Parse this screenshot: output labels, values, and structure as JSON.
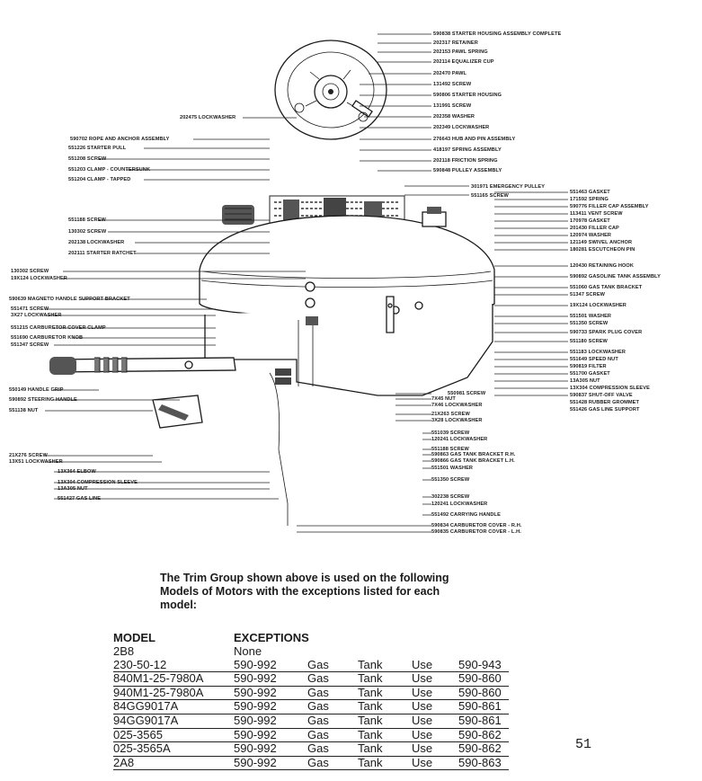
{
  "diagram": {
    "labels_top_right": [
      "590838 STARTER HOUSING ASSEMBLY COMPLETE",
      "202317 RETAINER",
      "202153 PAWL SPRING",
      "202114 EQUALIZER CUP",
      "202470 PAWL",
      "131492 SCREW",
      "590806 STARTER HOUSING",
      "131991 SCREW",
      "202358 WASHER",
      "202349 LOCKWASHER",
      "276643 HUB AND PIN ASSEMBLY",
      "418197 SPRING ASSEMBLY",
      "202118 FRICTION SPRING",
      "590848 PULLEY ASSEMBLY",
      "301971 EMERGENCY PULLEY",
      "551165 SCREW"
    ],
    "labels_right": [
      "551463 GASKET",
      "171592 SPRING",
      "590776 FILLER CAP ASSEMBLY",
      "113411 VENT SCREW",
      "170978 GASKET",
      "201430 FILLER CAP",
      "120974 WASHER",
      "121149 SWIVEL ANCHOR",
      "180281 ESCUTCHEON PIN",
      "120430 RETAINING HOOK",
      "590892 GASOLINE TANK ASSEMBLY",
      "551060 GAS TANK BRACKET",
      "51347 SCREW",
      "19X124 LOCKWASHER",
      "551501 WASHER",
      "551350 SCREW",
      "590733 SPARK PLUG COVER",
      "551180 SCREW",
      "551183 LOCKWASHER",
      "551649 SPEED NUT",
      "590819 FILTER",
      "551700 GASKET",
      "13A305 NUT",
      "13X304 COMPRESSION SLEEVE",
      "590837 SHUT-OFF VALVE",
      "551428 RUBBER GROMMET",
      "551426 GAS LINE SUPPORT"
    ],
    "labels_left": [
      "202475 LOCKWASHER",
      "590702 ROPE AND ANCHOR ASSEMBLY",
      "551226 STARTER PULL",
      "551208 SCREW",
      "551203 CLAMP - COUNTERSUNK",
      "551204 CLAMP - TAPPED",
      "551188 SCREW",
      "130302 SCREW",
      "202138 LOCKWASHER",
      "202111 STARTER RATCHET",
      "130302 SCREW",
      "19X124 LOCKWASHER",
      "590639 MAGNETO HANDLE SUPPORT BRACKET",
      "551471 SCREW",
      "3X27 LOCKWASHER",
      "551215 CARBURETOR COVER CLAMP",
      "551690 CARBURETOR KNOB",
      "551347 SCREW",
      "550149 HANDLE GRIP",
      "590892 STEERING HANDLE",
      "551138 NUT",
      "21X276 SCREW",
      "13X51 LOCKWASHER",
      "13X364 ELBOW",
      "13X304 COMPRESSION SLEEVE",
      "13A305 NUT",
      "551427 GAS LINE"
    ],
    "labels_bottom_center": [
      "550981 SCREW",
      "7X45 NUT",
      "7X46 LOCKWASHER",
      "21X263 SCREW",
      "3X28 LOCKWASHER",
      "551039 SCREW",
      "120241 LOCKWASHER",
      "551188 SCREW",
      "590863 GAS TANK BRACKET R.H.",
      "590866 GAS TANK BRACKET L.H.",
      "551501 WASHER",
      "551350 SCREW",
      "302238 SCREW",
      "120241 LOCKWASHER",
      "551492 CARRYING HANDLE",
      "590834 CARBURETOR COVER - R.H.",
      "590835 CARBURETOR COVER - L.H."
    ]
  },
  "intro_text": "The Trim Group shown above is used on the following Models of Motors with the exceptions listed for each model:",
  "table": {
    "header_model": "MODEL",
    "header_exceptions": "EXCEPTIONS",
    "rows": [
      {
        "model": "2B8",
        "part": "None",
        "w1": "",
        "w2": "",
        "w3": "",
        "repl": ""
      },
      {
        "model": "230-50-12",
        "part": "590-992",
        "w1": "Gas",
        "w2": "Tank",
        "w3": "Use",
        "repl": "590-943"
      },
      {
        "model": "840M1-25-7980A",
        "part": "590-992",
        "w1": "Gas",
        "w2": "Tank",
        "w3": "Use",
        "repl": "590-860"
      },
      {
        "model": "940M1-25-7980A",
        "part": "590-992",
        "w1": "Gas",
        "w2": "Tank",
        "w3": "Use",
        "repl": "590-860"
      },
      {
        "model": "84GG9017A",
        "part": "590-992",
        "w1": "Gas",
        "w2": "Tank",
        "w3": "Use",
        "repl": "590-861"
      },
      {
        "model": "94GG9017A",
        "part": "590-992",
        "w1": "Gas",
        "w2": "Tank",
        "w3": "Use",
        "repl": "590-861"
      },
      {
        "model": "025-3565",
        "part": "590-992",
        "w1": "Gas",
        "w2": "Tank",
        "w3": "Use",
        "repl": "590-862"
      },
      {
        "model": "025-3565A",
        "part": "590-992",
        "w1": "Gas",
        "w2": "Tank",
        "w3": "Use",
        "repl": "590-862"
      },
      {
        "model": "2A8",
        "part": "590-992",
        "w1": "Gas",
        "w2": "Tank",
        "w3": "Use",
        "repl": "590-863"
      }
    ]
  },
  "page_number": "51"
}
